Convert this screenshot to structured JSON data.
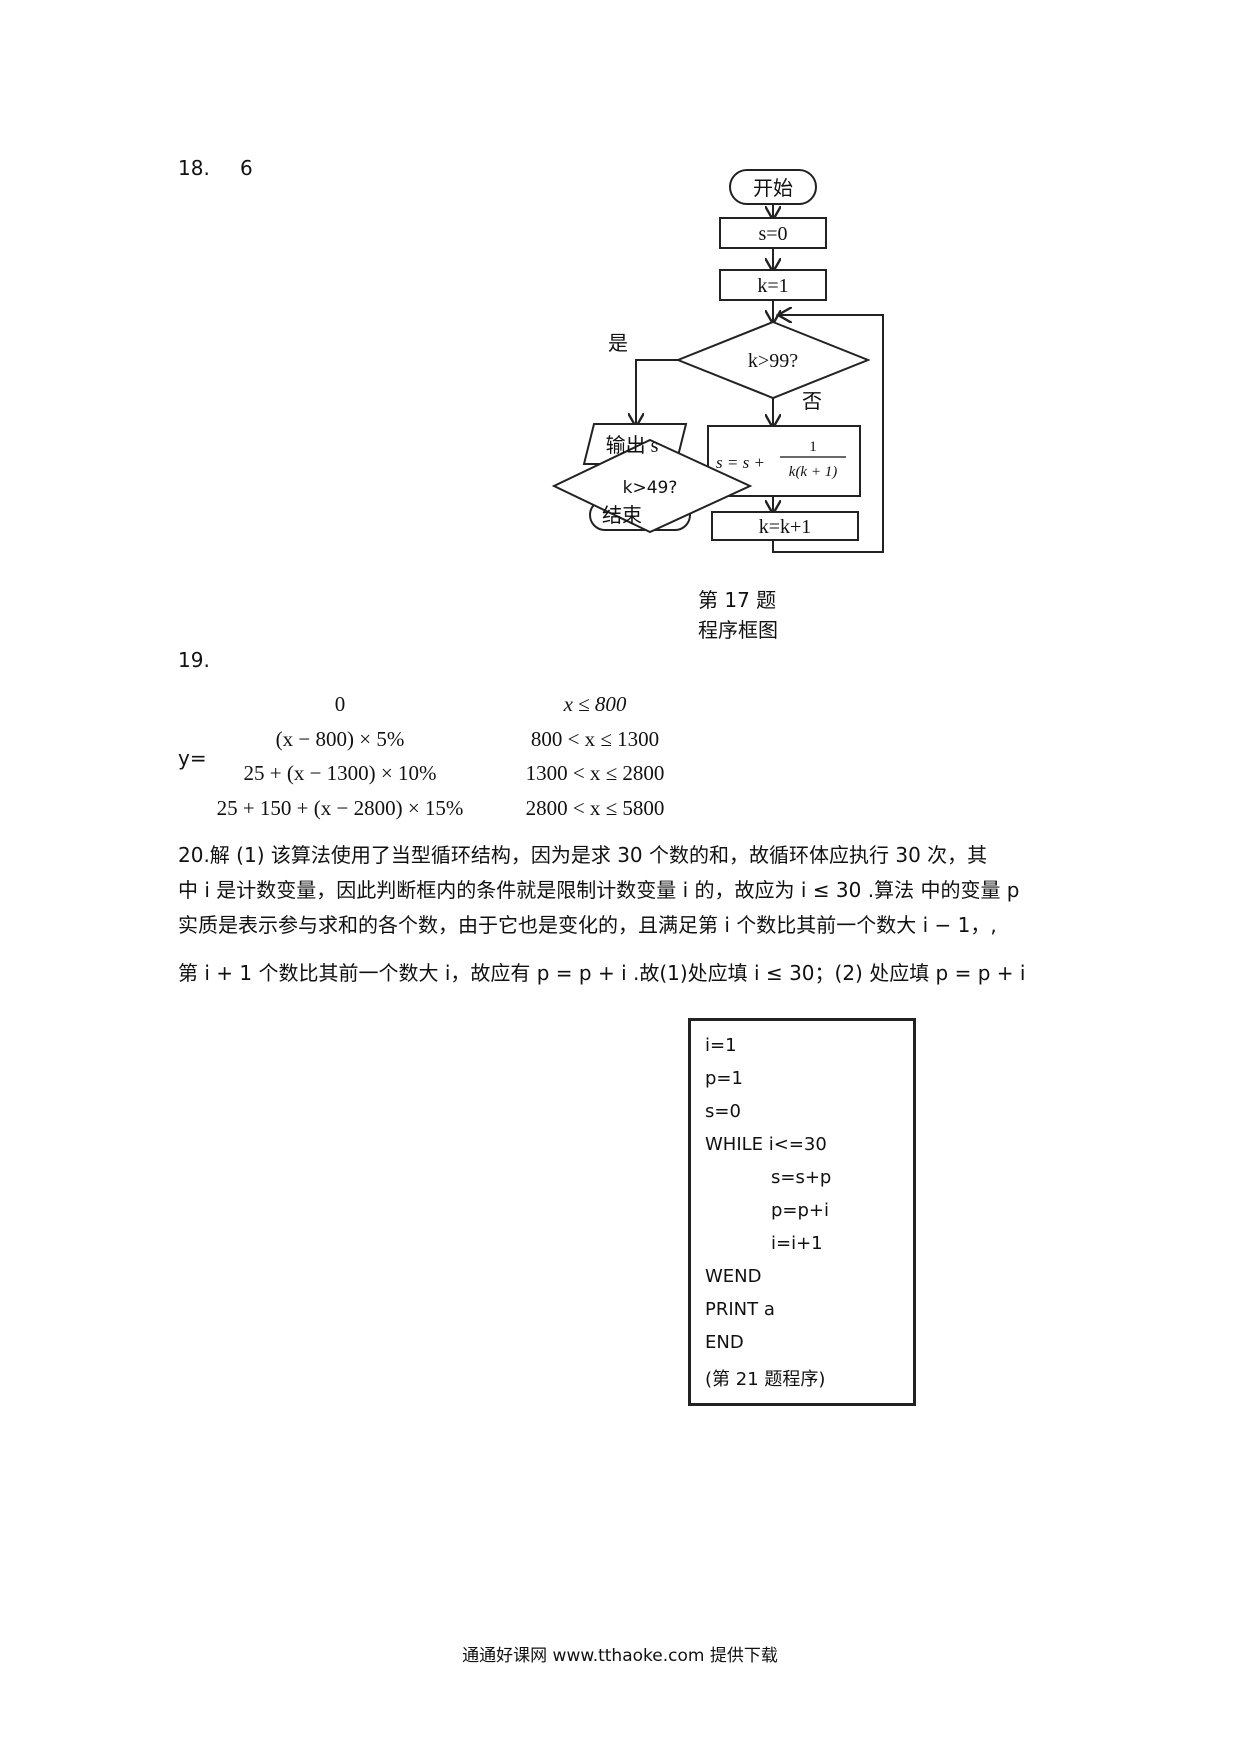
{
  "q18": {
    "number": "18.",
    "answer": "6"
  },
  "flowchart": {
    "start": "开始",
    "s0": "s=0",
    "k1": "k=1",
    "cond1": "k>99?",
    "yes": "是",
    "no": "否",
    "output": "输出 s",
    "update_prefix": "s = s +",
    "update_num": "1",
    "update_den": "k(k + 1)",
    "cond2": "k>49?",
    "end": "结束",
    "inc": "k=k+1"
  },
  "caption": {
    "line1": "第 17 题",
    "line2": "程序框图"
  },
  "q19": {
    "number": "19.",
    "y_label": "y=",
    "cases": [
      {
        "expr": "0",
        "cond": "x ≤ 800"
      },
      {
        "expr": "(x − 800) × 5%",
        "cond": "800 < x ≤ 1300"
      },
      {
        "expr": "25 + (x − 1300) × 10%",
        "cond": "1300 < x ≤ 2800"
      },
      {
        "expr": "25 + 150 + (x − 2800) × 15%",
        "cond": "2800 < x ≤ 5800"
      }
    ]
  },
  "q20": {
    "line1": "20.解  (1) 该算法使用了当型循环结构，因为是求 30 个数的和，故循环体应执行 30 次，其",
    "line2": "中 i 是计数变量，因此判断框内的条件就是限制计数变量 i 的，故应为 i ≤ 30 .算法  中的变量 p",
    "line3": "实质是表示参与求和的各个数，由于它也是变化的，且满足第  i  个数比其前一个数大 i − 1，,",
    "line4": "第 i + 1 个数比其前一个数大 i，故应有 p = p + i .故(1)处应填 i ≤ 30；(2) 处应填 p = p + i"
  },
  "code": {
    "lines": [
      "i=1",
      "p=1",
      "s=0",
      "WHILE i<=30",
      "s=s+p",
      "p=p+i",
      "i=i+1",
      "WEND",
      "PRINT a",
      "END",
      "(第 21 题程序)"
    ]
  },
  "footer": "通通好课网  www.tthaoke.com  提供下载"
}
